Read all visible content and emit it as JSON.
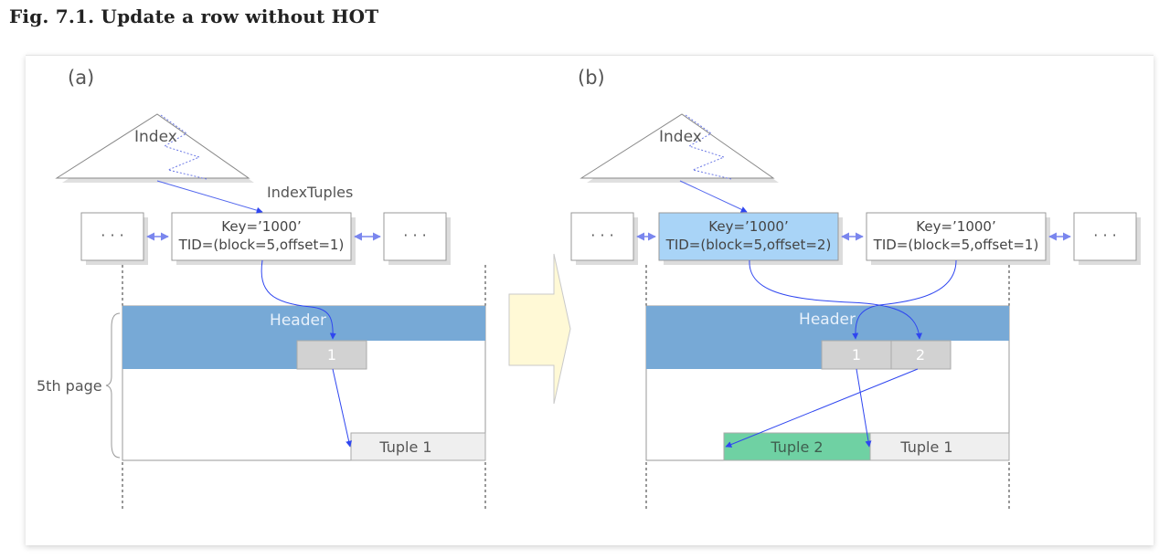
{
  "caption": "Fig. 7.1. Update a row without HOT",
  "panel_a": {
    "label": "(a)",
    "index_label": "Index",
    "index_tuples_label": "IndexTuples",
    "ellipsis_left": "· · ·",
    "ellipsis_right": "· · ·",
    "tuple_key": "Key=’1000’",
    "tuple_tid": "TID=(block=5,offset=1)",
    "header_label": "Header",
    "line_pointer_1": "1",
    "tuple_1": "Tuple 1",
    "page_label": "5th page"
  },
  "panel_b": {
    "label": "(b)",
    "index_label": "Index",
    "ellipsis_left": "· · ·",
    "ellipsis_right": "· · ·",
    "new_tuple_key": "Key=’1000’",
    "new_tuple_tid": "TID=(block=5,offset=2)",
    "old_tuple_key": "Key=’1000’",
    "old_tuple_tid": "TID=(block=5,offset=1)",
    "header_label": "Header",
    "line_pointer_1": "1",
    "line_pointer_2": "2",
    "tuple_2": "Tuple  2",
    "tuple_1": "Tuple 1"
  },
  "colors": {
    "header_blue": "#77a9d6",
    "line_pointer_gray": "#d2d2d2",
    "new_index_tuple_blue": "#a9d4f7",
    "new_heap_tuple_green": "#6fd1a3",
    "transition_arrow_yellow": "#fff9d6",
    "arrow_blue": "#2f46f0",
    "dotted_arrow_blue": "#7a86ee"
  }
}
